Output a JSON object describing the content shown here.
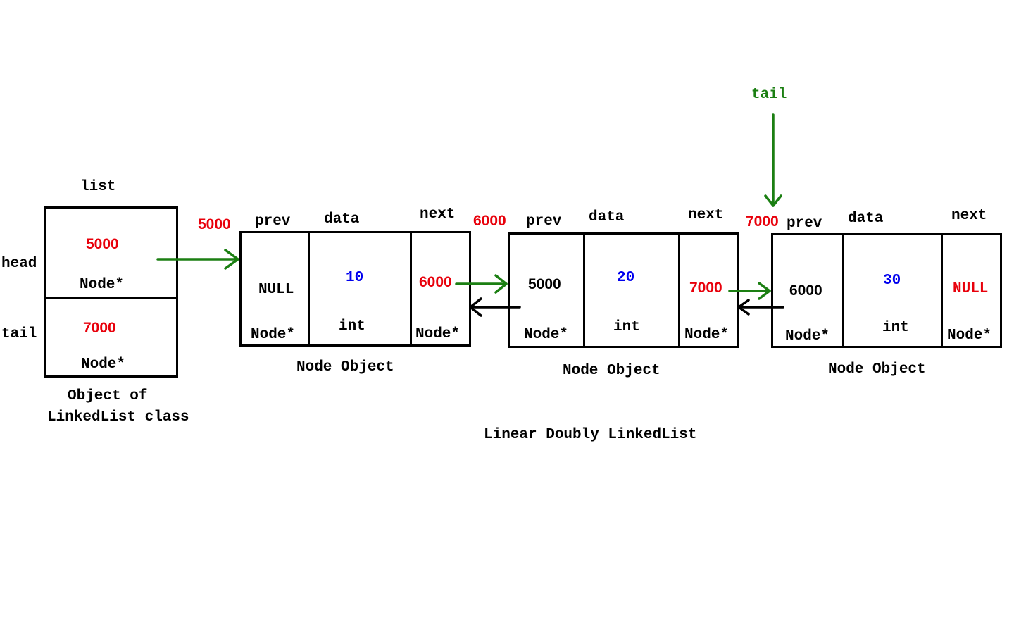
{
  "list": {
    "title": "list",
    "head_label": "head",
    "tail_label": "tail",
    "head_value": "5000",
    "head_type": "Node*",
    "tail_value": "7000",
    "tail_type": "Node*",
    "caption_line1": "Object of",
    "caption_line2": "LinkedList class"
  },
  "nodes": [
    {
      "address": "5000",
      "prev_label": "prev",
      "data_label": "data",
      "next_label": "next",
      "prev_value": "NULL",
      "data_value": "10",
      "next_value": "6000",
      "prev_type": "Node*",
      "data_type": "int",
      "next_type": "Node*",
      "caption": "Node Object"
    },
    {
      "address": "6000",
      "prev_label": "prev",
      "data_label": "data",
      "next_label": "next",
      "prev_value": "5000",
      "data_value": "20",
      "next_value": "7000",
      "prev_type": "Node*",
      "data_type": "int",
      "next_type": "Node*",
      "caption": "Node Object"
    },
    {
      "address": "7000",
      "prev_label": "prev",
      "data_label": "data",
      "next_label": "next",
      "prev_value": "6000",
      "data_value": "30",
      "next_value": "NULL",
      "prev_type": "Node*",
      "data_type": "int",
      "next_type": "Node*",
      "caption": "Node Object"
    }
  ],
  "tail_pointer_label": "tail",
  "diagram_caption": "Linear Doubly LinkedList",
  "colors": {
    "address": "#e8000b",
    "data_value": "#0000ee",
    "forward_arrow": "#1b7f12",
    "backward_arrow": "#000000"
  }
}
